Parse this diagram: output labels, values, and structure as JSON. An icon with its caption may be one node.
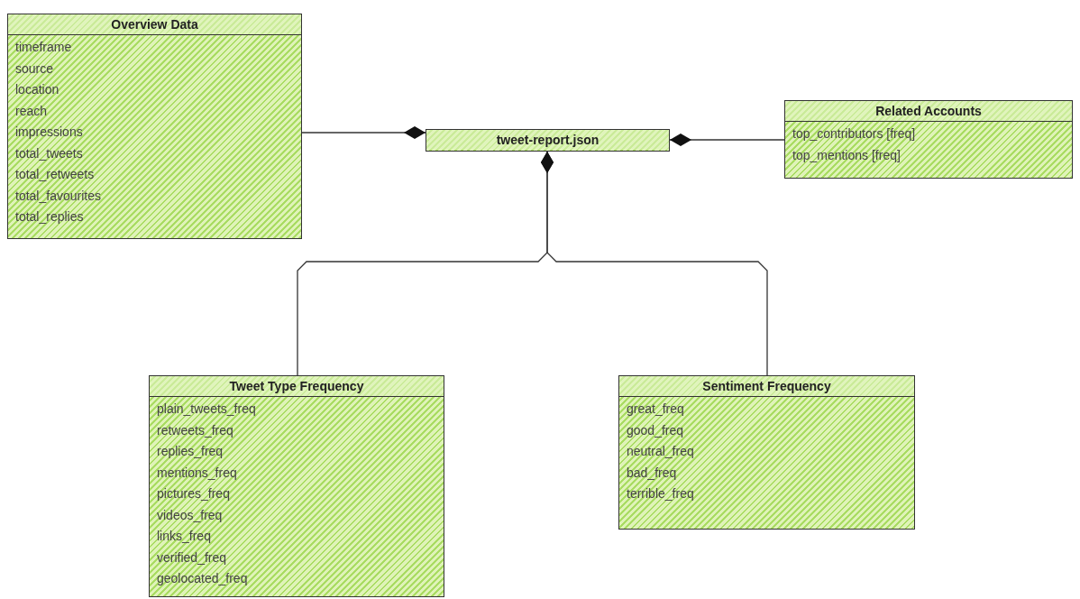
{
  "diagram": {
    "nodes": [
      {
        "text": [
          "Overview Data",
          "timeframe",
          "source",
          "location",
          "reach",
          "impressions",
          "total_tweets",
          "total_retweets",
          "total_favourites",
          "total_replies"
        ]
      },
      {
        "text": [
          "tweet-report.json"
        ]
      },
      {
        "text": [
          "Related Accounts",
          "top_contributors [freq]",
          "top_mentions [freq]"
        ]
      },
      {
        "text": [
          "Tweet Type Frequency",
          "plain_tweets_freq",
          "retweets_freq",
          "replies_freq",
          "mentions_freq",
          "pictures_freq",
          "videos_freq",
          "links_freq",
          "verified_freq",
          "geolocated_freq"
        ]
      },
      {
        "text": [
          "Sentiment Frequency",
          "great_freq",
          "good_freq",
          "neutral_freq",
          "bad_freq",
          "terrible_freq"
        ]
      }
    ],
    "edges": [
      {
        "from": 1,
        "to": 0,
        "arrow": "other"
      },
      {
        "from": 1,
        "to": 2,
        "arrow": "other"
      },
      {
        "from": 1,
        "to": 3,
        "arrow": "other"
      },
      {
        "from": 1,
        "to": 4,
        "arrow": "other"
      }
    ]
  }
}
